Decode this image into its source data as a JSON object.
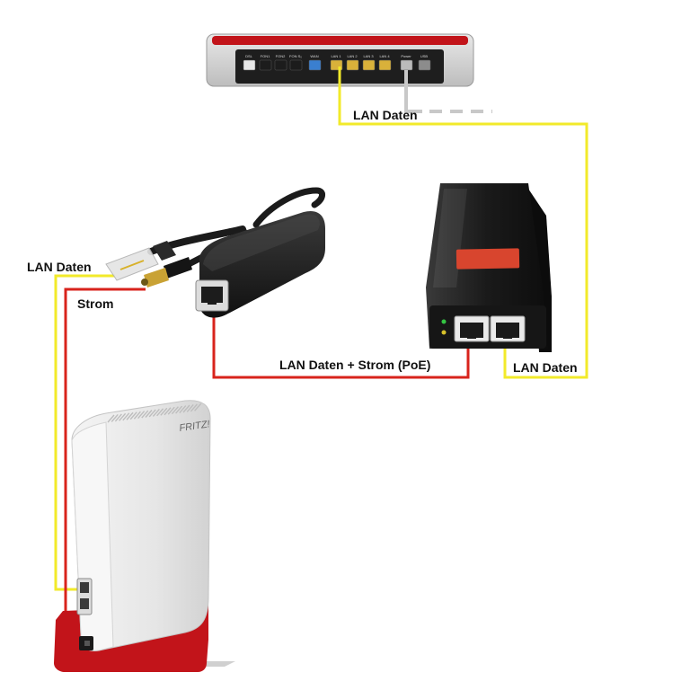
{
  "router": {
    "ports": [
      "DSL",
      "FON1",
      "FON2",
      "FON S₀",
      "WAN",
      "LAN 1",
      "LAN 2",
      "LAN 3",
      "LAN 4",
      "Power",
      "USB"
    ]
  },
  "repeater": {
    "brand": "FRITZ!"
  },
  "labels": {
    "lan_top": "LAN Daten",
    "lan_left": "LAN Daten",
    "strom": "Strom",
    "poe": "LAN Daten + Strom (PoE)",
    "lan_right": "LAN Daten"
  },
  "colors": {
    "lan_cable": "#f2ea2a",
    "power_cable": "#d8231c",
    "unused_cable": "#c8c8c8",
    "device_red": "#c2141a",
    "device_black": "#1c1c1c"
  }
}
